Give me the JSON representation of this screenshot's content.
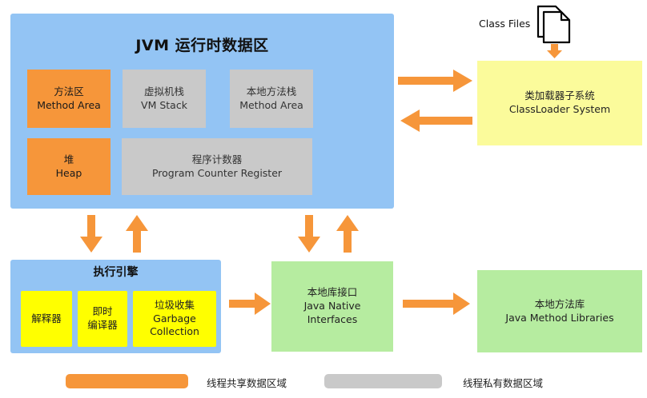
{
  "jvm": {
    "title": "JVM 运行时数据区",
    "method_area": {
      "cn": "方法区",
      "en": "Method Area"
    },
    "vm_stack": {
      "cn": "虚拟机栈",
      "en": "VM Stack"
    },
    "native_method_stack": {
      "cn": "本地方法栈",
      "en": "Method Area"
    },
    "heap": {
      "cn": "堆",
      "en": "Heap"
    },
    "pc_register": {
      "cn": "程序计数器",
      "en": "Program Counter Register"
    }
  },
  "class_files": {
    "label": "Class Files"
  },
  "class_loader": {
    "cn": "类加载器子系统",
    "en": "ClassLoader System"
  },
  "execution_engine": {
    "title": "执行引擎",
    "interpreter": {
      "cn": "解释器"
    },
    "jit": {
      "line1": "即时",
      "line2": "编译器"
    },
    "gc": {
      "cn": "垃圾收集",
      "en1": "Garbage",
      "en2": "Collection"
    }
  },
  "native_interface": {
    "cn": "本地库接口",
    "en1": "Java Native",
    "en2": "Interfaces"
  },
  "native_libraries": {
    "cn": "本地方法库",
    "en": "Java Method Libraries"
  },
  "legend": {
    "shared": "线程共享数据区域",
    "private": "线程私有数据区域"
  },
  "colors": {
    "runtime_area": "#93c4f4",
    "shared": "#f6963a",
    "private": "#c9c9c9",
    "engine_parts": "#ffff00",
    "native": "#b6eca0",
    "loader": "#fbfb9b",
    "arrow": "#f6963a"
  }
}
